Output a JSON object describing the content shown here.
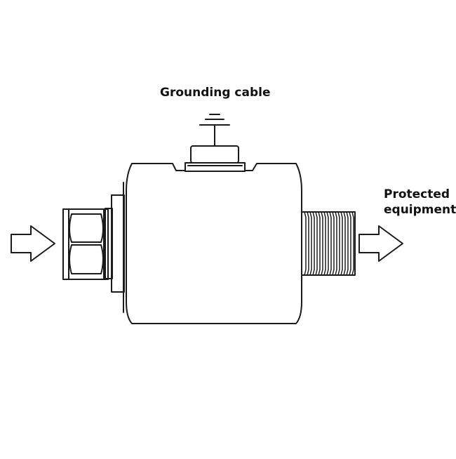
{
  "labels": {
    "grounding_cable": "Grounding cable",
    "protected_line1": "Protected",
    "protected_line2": "equipment"
  },
  "colors": {
    "stroke": "#1a1a1a",
    "background": "#ffffff",
    "text": "#111111"
  }
}
